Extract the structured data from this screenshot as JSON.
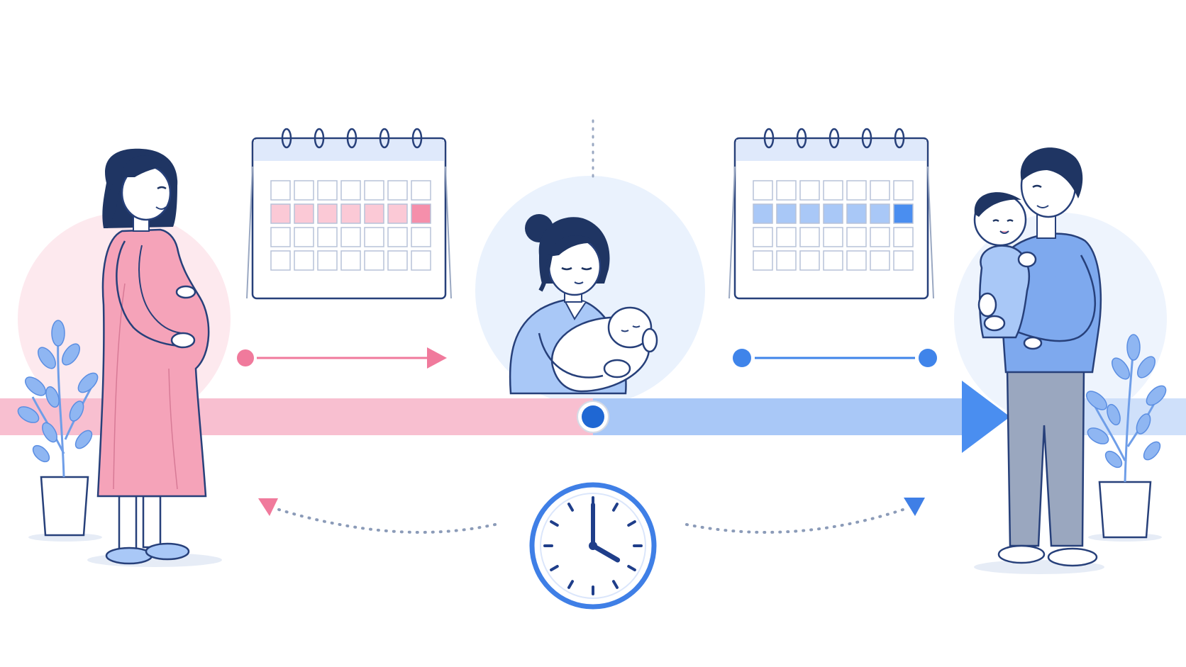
{
  "colors": {
    "maternity_pink": "#f58fab",
    "maternity_pink_light": "#fbc9d6",
    "paternity_blue": "#4a8ef0",
    "paternity_blue_light": "#a9c8f7",
    "outline_navy": "#27407a",
    "hair": "#1f3563",
    "clock_blue": "#3f7fe6",
    "background_circle_pink": "#fde9ee",
    "background_circle_blue": "#eaf2fd"
  },
  "scenes": [
    {
      "id": "pregnant-woman",
      "icon": "pregnant-woman-icon"
    },
    {
      "id": "mother-with-newborn",
      "icon": "mother-newborn-icon"
    },
    {
      "id": "father-with-baby",
      "icon": "father-baby-icon"
    }
  ],
  "calendars": [
    {
      "id": "maternity-calendar",
      "theme": "pink",
      "highlighted_rows": [
        2
      ],
      "extra_cell": [
        1,
        7
      ]
    },
    {
      "id": "paternity-calendar",
      "theme": "blue",
      "highlighted_rows": [
        2
      ],
      "extra_cell": [
        1,
        7
      ]
    }
  ],
  "clock": {
    "hour": 4,
    "minute": 0
  }
}
